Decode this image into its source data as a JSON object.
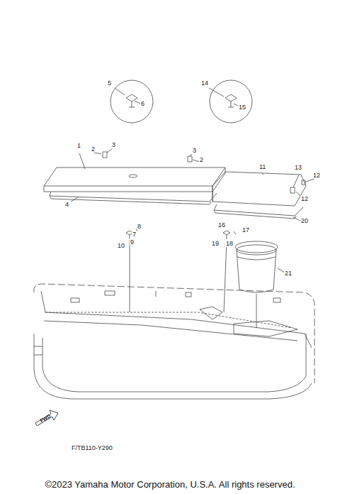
{
  "diagram": {
    "caption": "©2023 Yamaha Motor Corporation, U.S.A. All rights reserved.",
    "labels": [
      "5",
      "6",
      "14",
      "15",
      "1",
      "2",
      "3",
      "3",
      "2",
      "11",
      "13",
      "12",
      "12",
      "4",
      "20",
      "8",
      "7",
      "9",
      "10",
      "16",
      "17",
      "19",
      "18",
      "21",
      "FWD",
      "F/TB110-Y290"
    ]
  }
}
